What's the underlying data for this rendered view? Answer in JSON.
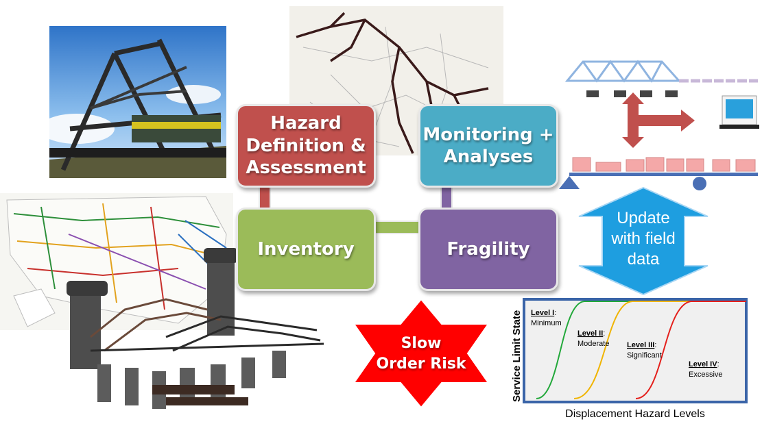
{
  "boxes": {
    "hazard": {
      "label": "Hazard\nDefinition &\nAssessment",
      "color": "#c0504d"
    },
    "monitoring": {
      "label": "Monitoring +\nAnalyses",
      "color": "#4bacc6"
    },
    "inventory": {
      "label": "Inventory",
      "color": "#9bbb59"
    },
    "fragility": {
      "label": "Fragility",
      "color": "#8064a2"
    }
  },
  "slow_order": {
    "label_line1": "Slow",
    "label_line2": "Order Risk",
    "color": "#ff0000"
  },
  "update": {
    "line1": "Update",
    "line2": "with field",
    "line3": "data",
    "color": "#1e9ee0"
  },
  "limit_state_chart": {
    "ylabel": "Service Limit State",
    "xlabel": "Displacement Hazard Levels",
    "levels": [
      {
        "title": "Level I",
        "suffix": ":",
        "desc": "Minimum",
        "color": "#22a83a"
      },
      {
        "title": "Level II",
        "suffix": ":",
        "desc": "Moderate",
        "color": "#f0b400"
      },
      {
        "title": "Level III",
        "suffix": ":",
        "desc": "Significant",
        "color": "#e4201c"
      },
      {
        "title": "Level IV",
        "suffix": ":",
        "desc": "Excessive",
        "color": "#e4201c"
      }
    ]
  },
  "colors": {
    "border_blue": "#3a64a8",
    "connector_red": "#c0504d",
    "connector_green": "#9bbb59",
    "connector_purple": "#8064a2"
  }
}
